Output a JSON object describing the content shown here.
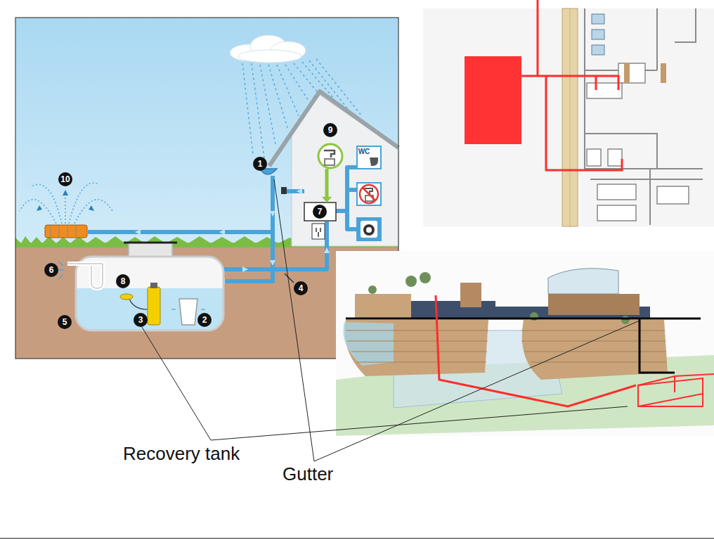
{
  "diagram": {
    "labels": [
      "9",
      "WC",
      "1",
      "10",
      "7",
      "6",
      "8",
      "4",
      "3",
      "2",
      "5",
      "Recovery tank",
      "Gutter"
    ]
  }
}
